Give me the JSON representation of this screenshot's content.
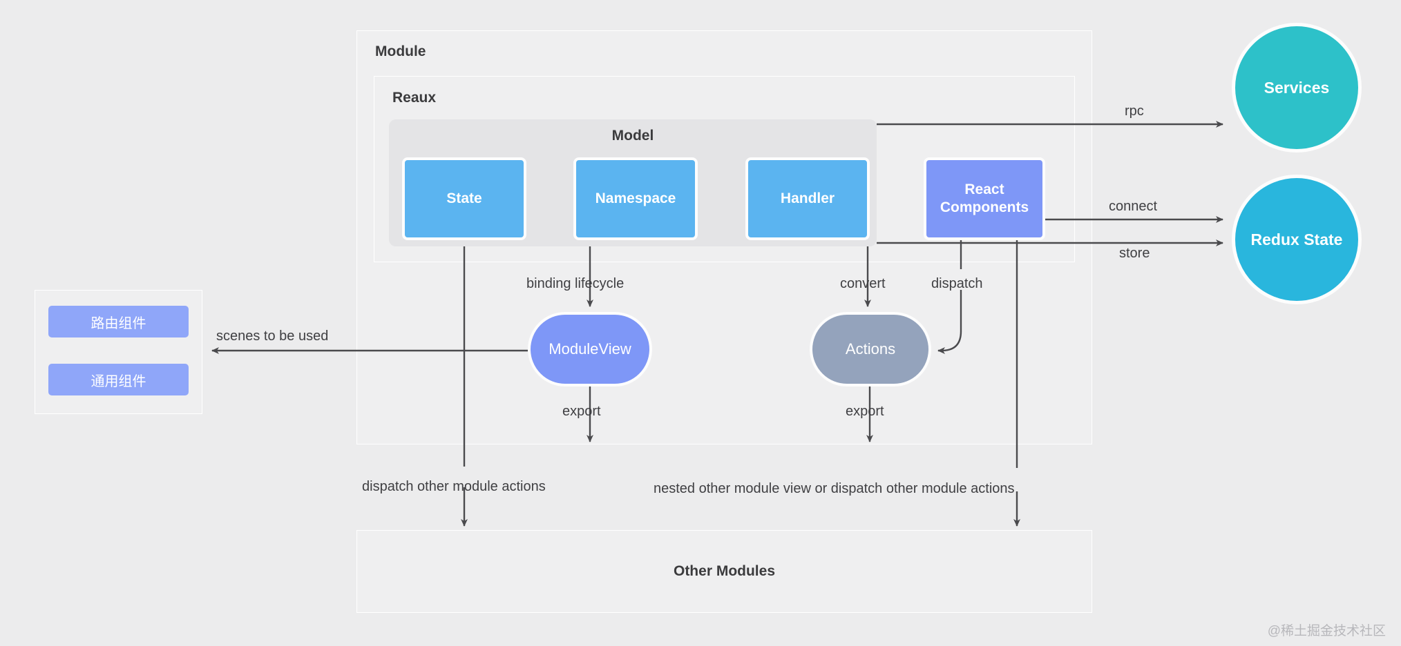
{
  "diagram": {
    "title": "Reaux module architecture diagram",
    "watermark": "@稀土掘金技术社区"
  },
  "containers": {
    "module": {
      "label": "Module"
    },
    "reaux": {
      "label": "Reaux"
    },
    "model": {
      "label": "Model"
    },
    "other_modules": {
      "label": "Other Modules"
    }
  },
  "model_blocks": [
    {
      "id": "state",
      "label": "State",
      "color": "#5bb4f0"
    },
    {
      "id": "namespace",
      "label": "Namespace",
      "color": "#5bb4f0"
    },
    {
      "id": "handler",
      "label": "Handler",
      "color": "#5bb4f0"
    }
  ],
  "nodes": {
    "react_components": {
      "label": "React\nComponents",
      "label_line1": "React",
      "label_line2": "Components",
      "color": "#7e97f7"
    },
    "module_view": {
      "label": "ModuleView",
      "color": "#7e97f7",
      "shape": "pill"
    },
    "actions": {
      "label": "Actions",
      "color": "#94a3bc",
      "shape": "pill"
    },
    "services": {
      "label": "Services",
      "color": "#2dc1c9",
      "shape": "circle"
    },
    "redux_state": {
      "label": "Redux State",
      "color": "#29b6dd",
      "shape": "circle"
    }
  },
  "left_panel": {
    "items": [
      {
        "id": "route-components",
        "label": "路由组件",
        "color": "#8fa6f9"
      },
      {
        "id": "common-components",
        "label": "通用组件",
        "color": "#8fa6f9"
      }
    ]
  },
  "edges": [
    {
      "id": "rpc",
      "label": "rpc",
      "from": "model",
      "to": "services"
    },
    {
      "id": "connect",
      "label": "connect",
      "from": "react_components",
      "to": "redux_state"
    },
    {
      "id": "store",
      "label": "store",
      "from": "model",
      "to": "redux_state"
    },
    {
      "id": "binding-lifecycle",
      "label": "binding lifecycle",
      "from": "namespace",
      "to": "module_view"
    },
    {
      "id": "convert",
      "label": "convert",
      "from": "handler",
      "to": "actions"
    },
    {
      "id": "dispatch",
      "label": "dispatch",
      "from": "react_components",
      "to": "actions"
    },
    {
      "id": "export-left",
      "label": "export",
      "from": "module_view",
      "to": "below"
    },
    {
      "id": "export-right",
      "label": "export",
      "from": "actions",
      "to": "below"
    },
    {
      "id": "scenes",
      "label": "scenes to be used",
      "from": "module_view",
      "to": "left_panel"
    },
    {
      "id": "dispatch-other",
      "label": "dispatch other module actions",
      "from": "state",
      "to": "other_modules"
    },
    {
      "id": "nested-other",
      "label": "nested other module view or dispatch other module actions",
      "from": "react_components",
      "to": "other_modules"
    }
  ],
  "palette": {
    "background": "#ececed",
    "panel_fill": "#efeff0",
    "model_fill": "#e4e4e6",
    "line": "#4a4a4d",
    "text": "#3b3b3d"
  }
}
